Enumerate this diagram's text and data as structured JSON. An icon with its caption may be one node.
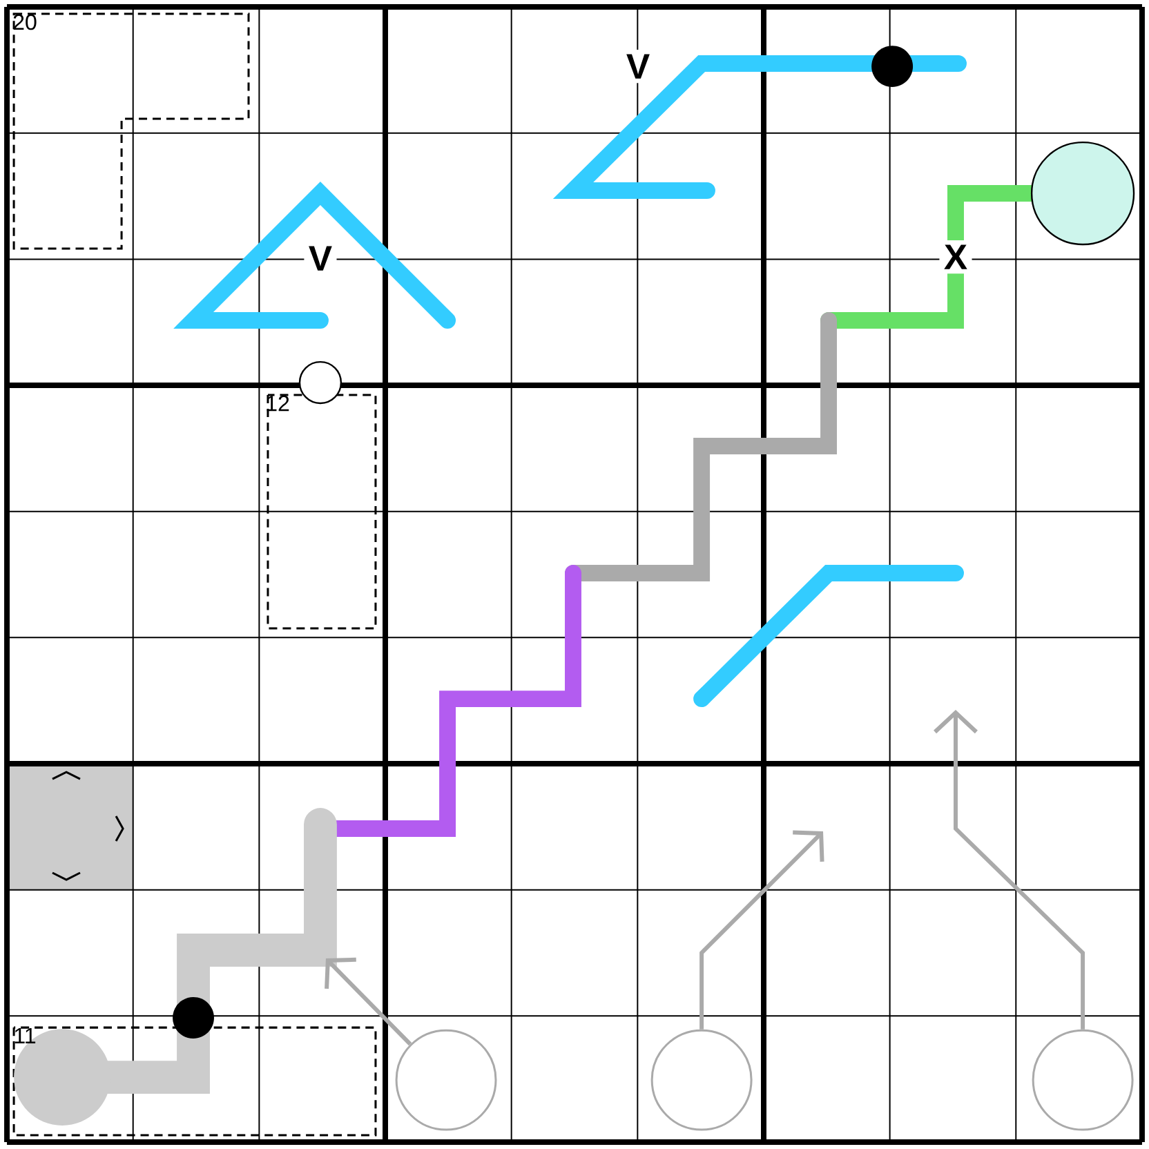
{
  "diagram": {
    "nodes": [
      {
        "text": [],
        "shape": "circle"
      },
      {
        "text": [],
        "shape": "circle"
      },
      {
        "text": [],
        "shape": "circle"
      }
    ],
    "edges": [
      {
        "from": 0,
        "to": null,
        "arrow": "to"
      },
      {
        "from": 1,
        "to": null,
        "arrow": "to"
      },
      {
        "from": 2,
        "to": null,
        "arrow": "to"
      }
    ],
    "labels": [
      "20",
      "V",
      "V",
      "X",
      "12",
      "11"
    ]
  }
}
